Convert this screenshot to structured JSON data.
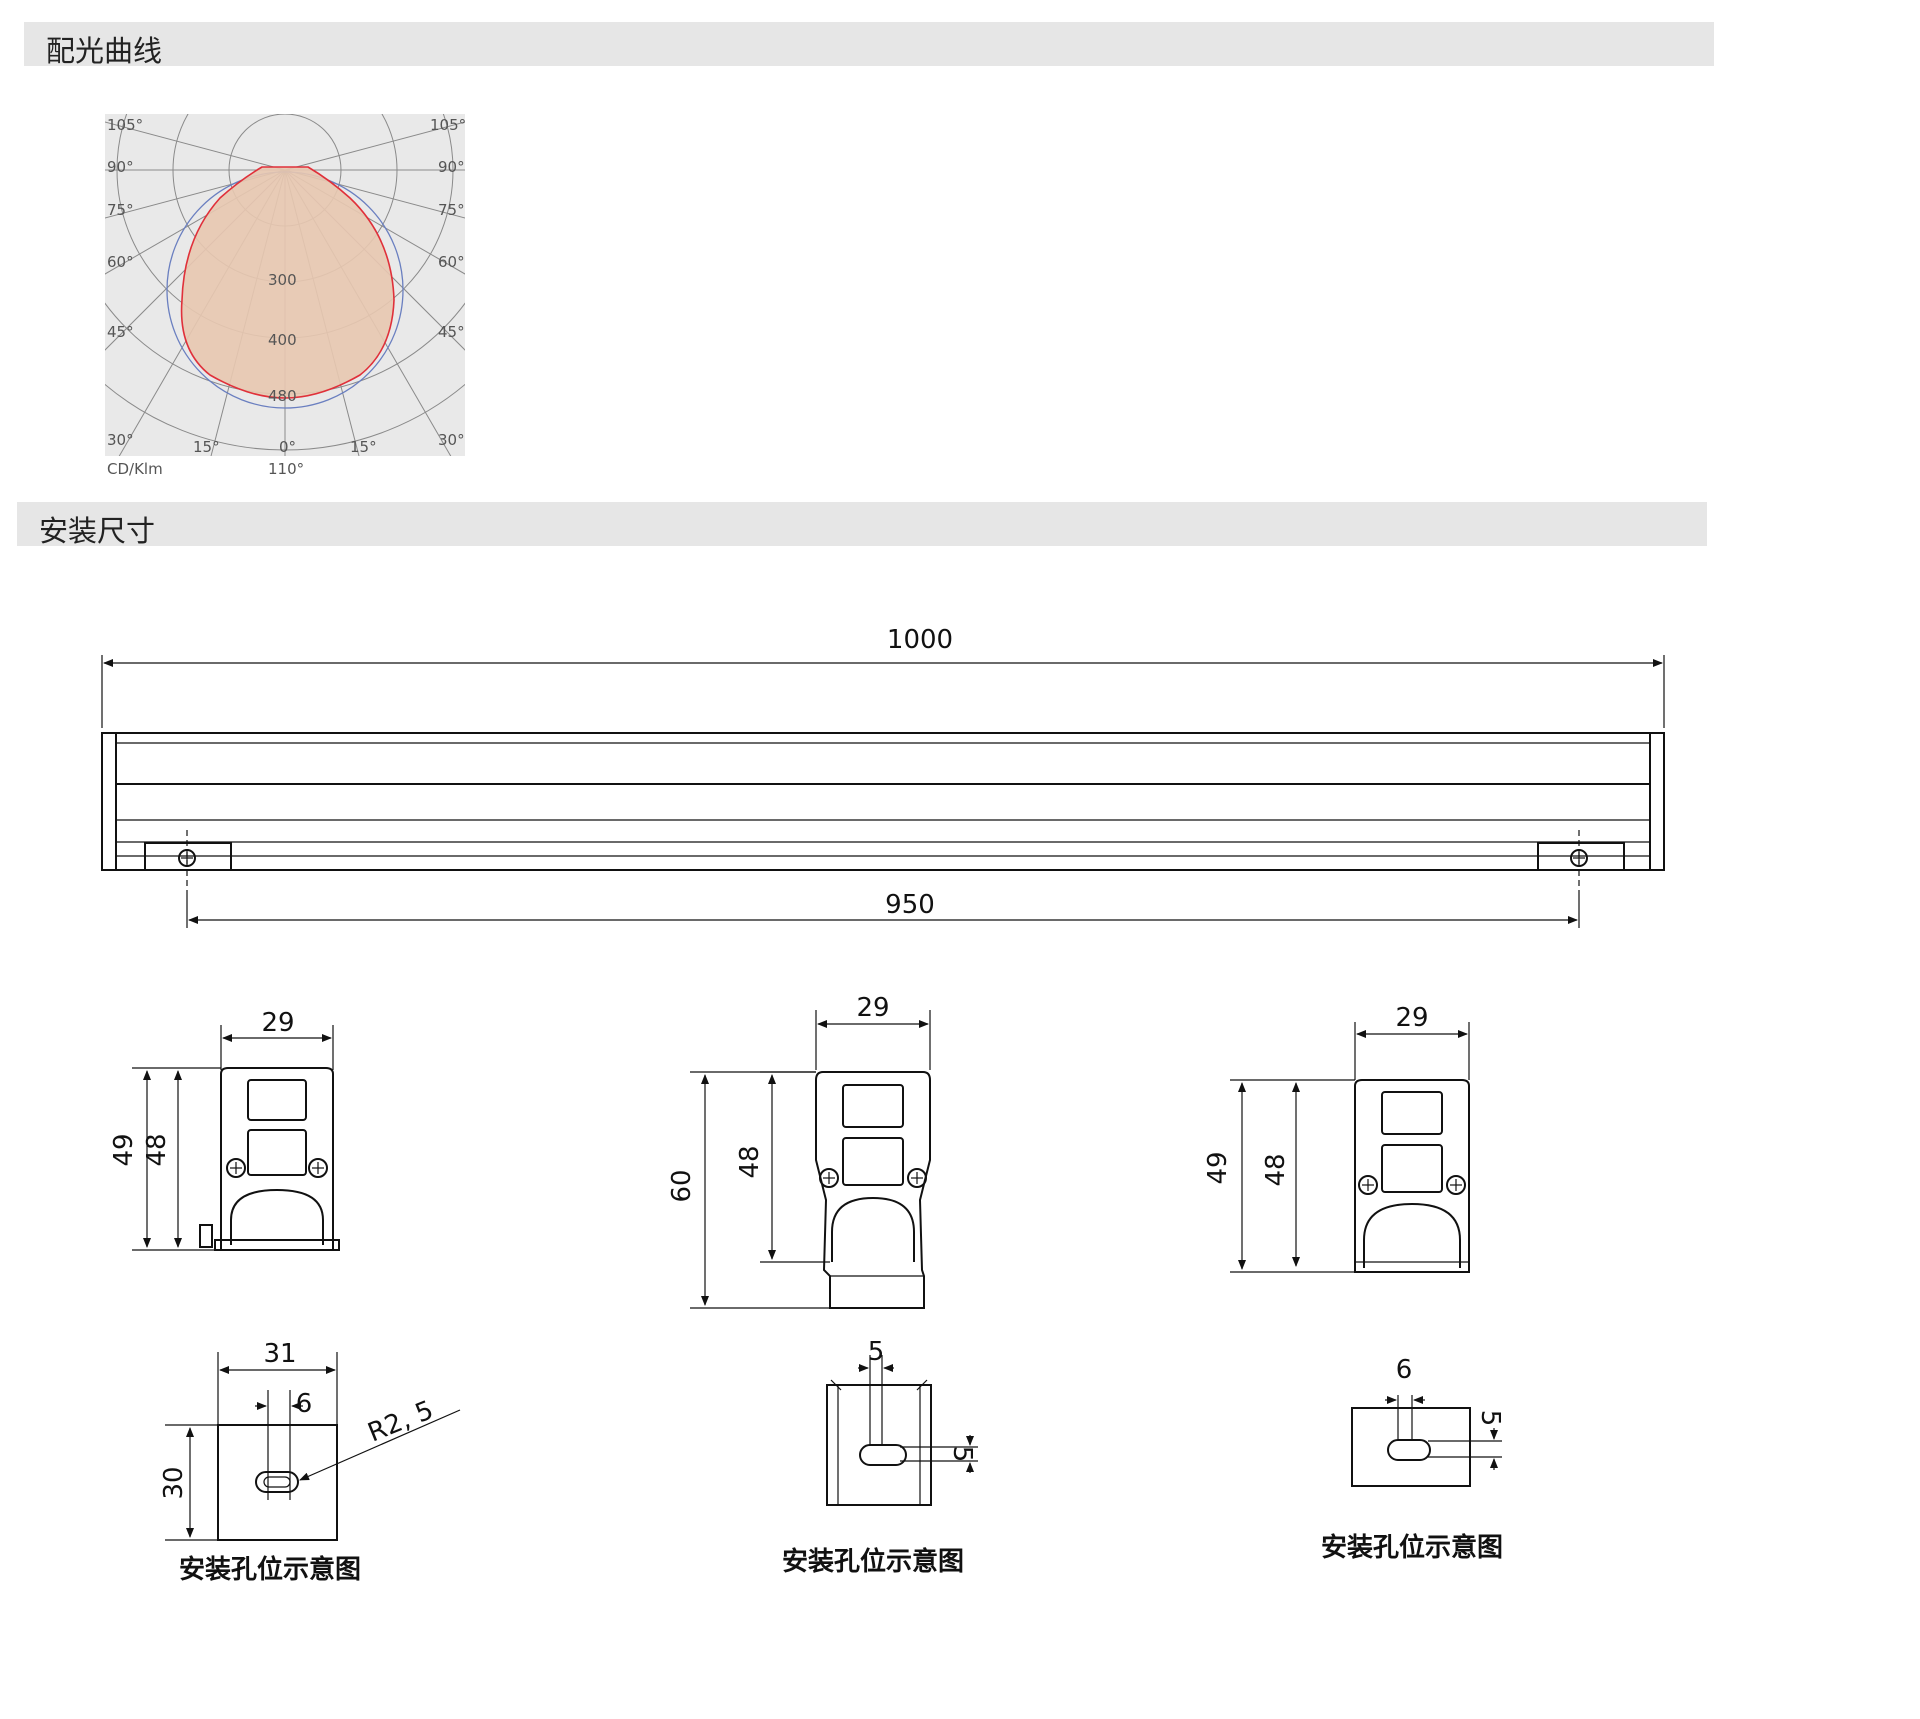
{
  "sections": {
    "photometric_title": "配光曲线",
    "install_title": "安装尺寸"
  },
  "polar": {
    "angles_left": [
      "105°",
      "90°",
      "75°",
      "60°",
      "45°",
      "30°",
      "15°"
    ],
    "angles_right": [
      "105°",
      "90°",
      "75°",
      "60°",
      "45°",
      "30°",
      "15°"
    ],
    "center_angle": "0°",
    "rings": [
      "300",
      "400",
      "480"
    ],
    "unit": "CD/Klm",
    "beam": "110°",
    "colors": {
      "fill": "#e8c8b0",
      "curve": "#e0303a",
      "reference": "#6a7fc0",
      "panel": "#e9e9e9"
    }
  },
  "main": {
    "total_length": "1000",
    "mount_distance": "950"
  },
  "views": [
    {
      "width": "29",
      "height_outer": "49",
      "height_inner": "48",
      "hole": {
        "width": "31",
        "height": "30",
        "slot": "6",
        "radius": "R2, 5"
      },
      "caption": "安装孔位示意图"
    },
    {
      "width": "29",
      "height_outer": "60",
      "height_inner": "48",
      "hole": {
        "slot_w": "5",
        "slot_h": "5"
      },
      "caption": "安装孔位示意图"
    },
    {
      "width": "29",
      "height_outer": "49",
      "height_inner": "48",
      "hole": {
        "slot_w": "6",
        "slot_h": "5"
      },
      "caption": "安装孔位示意图"
    }
  ]
}
